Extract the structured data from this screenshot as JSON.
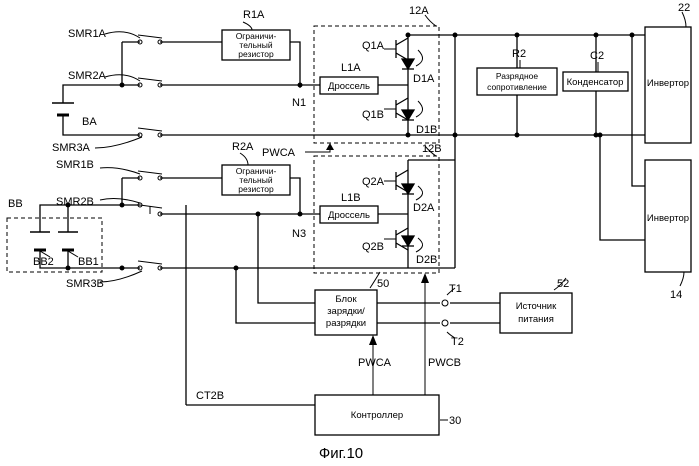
{
  "labels": {
    "smr1a": "SMR1A",
    "smr2a": "SMR2A",
    "smr3a": "SMR3A",
    "smr1b": "SMR1B",
    "smr2b": "SMR2B",
    "smr3b": "SMR3B",
    "ba": "BA",
    "bb": "BB",
    "bb1": "BB1",
    "bb2": "BB2",
    "r1a": "R1A",
    "r2a": "R2A",
    "r2": "R2",
    "c2": "C2",
    "n1": "N1",
    "n3": "N3",
    "l1a": "L1A",
    "l1b": "L1B",
    "q1a": "Q1A",
    "q1b": "Q1B",
    "q2a": "Q2A",
    "q2b": "Q2B",
    "d1a": "D1A",
    "d1b": "D1B",
    "d2a": "D2A",
    "d2b": "D2B",
    "ref_12a": "12A",
    "ref_12b": "12B",
    "ref_22": "22",
    "ref_14": "14",
    "ref_50": "50",
    "ref_52": "52",
    "ref_30": "30",
    "t1": "T1",
    "t2": "T2",
    "pwca_top": "PWCA",
    "pwca_bottom": "PWCA",
    "pwcb": "PWCB",
    "ct2b": "CT2B"
  },
  "blocks": {
    "limit_resistor_line1": "Ограничи-",
    "limit_resistor_line2": "тельный",
    "limit_resistor_line3": "резистор",
    "choke": "Дроссель",
    "discharge_line1": "Разрядное",
    "discharge_line2": "сопротивление",
    "capacitor": "Конденсатор",
    "inverter": "Инвертор",
    "charger_line1": "Блок",
    "charger_line2": "зарядки/",
    "charger_line3": "разрядки",
    "power_line1": "Источник",
    "power_line2": "питания",
    "controller": "Контроллер"
  },
  "caption": "Фиг.10"
}
